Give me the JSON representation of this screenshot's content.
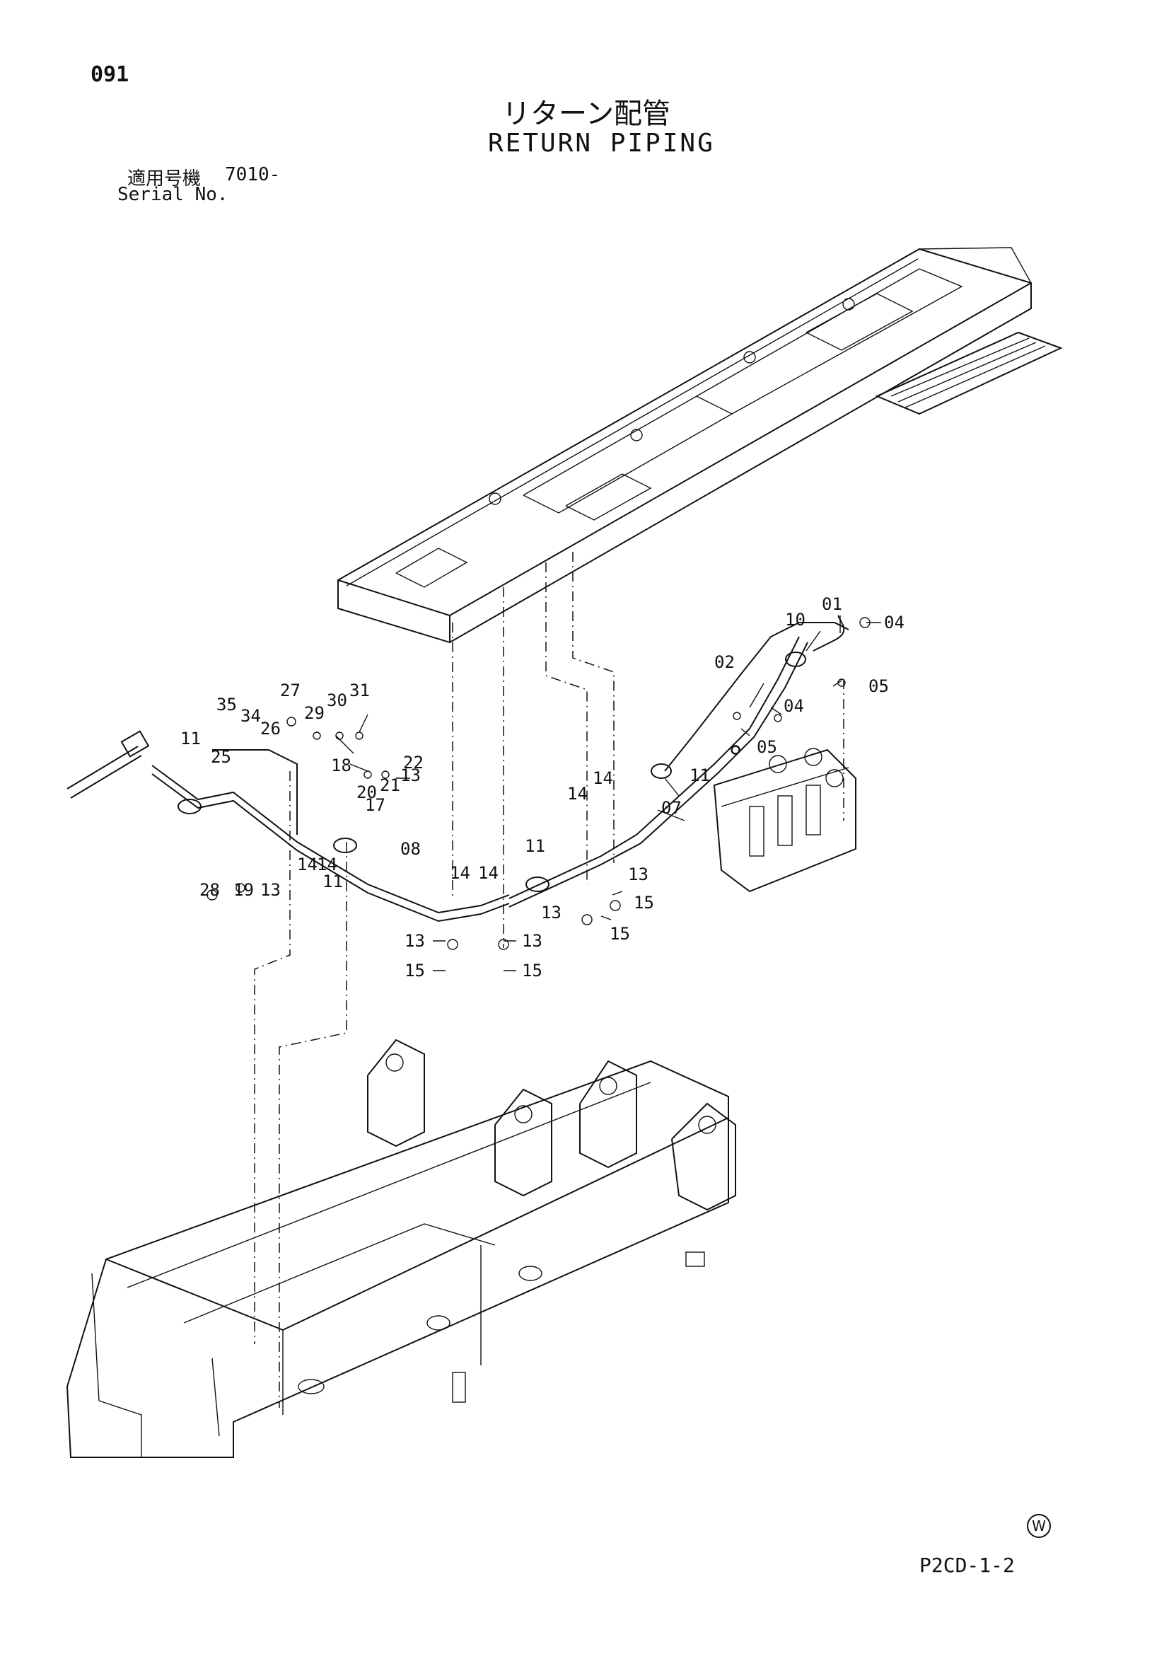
{
  "header": {
    "page_number": "091",
    "title_jp": "リターン配管",
    "title_en": "RETURN PIPING",
    "serial_label_jp": "適用号機",
    "serial_value": "7010-",
    "serial_label_en": "Serial No."
  },
  "footer": {
    "mark": "W",
    "drawing_code": "P2CD-1-2"
  },
  "callouts": [
    "01",
    "02",
    "04",
    "04",
    "05",
    "05",
    "07",
    "08",
    "10",
    "11",
    "11",
    "11",
    "11",
    "13",
    "13",
    "13",
    "13",
    "13",
    "13",
    "14",
    "14",
    "14",
    "14",
    "14",
    "14",
    "15",
    "15",
    "15",
    "15",
    "17",
    "18",
    "19",
    "20",
    "21",
    "22",
    "25",
    "26",
    "27",
    "28",
    "29",
    "30",
    "31",
    "34",
    "35"
  ],
  "icons": [
    "upper-frame-drawing",
    "track-frame-drawing",
    "valve-block-drawing",
    "return-pipe-drawing"
  ]
}
